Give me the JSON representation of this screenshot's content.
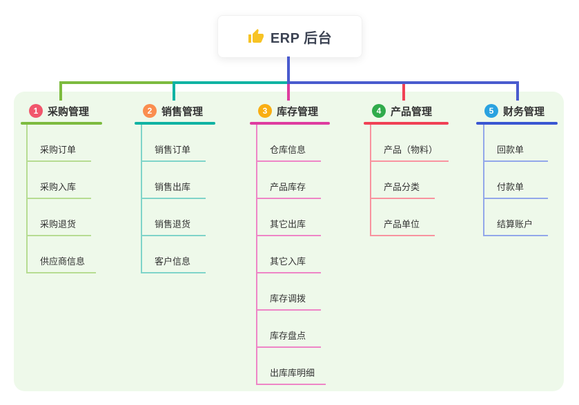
{
  "root": {
    "title": "ERP 后台",
    "icon": "thumbs-up-icon",
    "icon_color": "#f7c325",
    "text_color": "#3c4353"
  },
  "branches": [
    {
      "index": "1",
      "label": "采购管理",
      "badge_color": "#f1566c",
      "line_color": "#7dbb3f",
      "light_color": "#b6dc92",
      "children": [
        "采购订单",
        "采购入库",
        "采购退货",
        "供应商信息"
      ]
    },
    {
      "index": "2",
      "label": "销售管理",
      "badge_color": "#fa8e4f",
      "line_color": "#10b3a3",
      "light_color": "#7fd4c9",
      "children": [
        "销售订单",
        "销售出库",
        "销售退货",
        "客户信息"
      ]
    },
    {
      "index": "3",
      "label": "库存管理",
      "badge_color": "#f9ae13",
      "line_color": "#de3d9f",
      "light_color": "#ee85c6",
      "children": [
        "仓库信息",
        "产品库存",
        "其它出库",
        "其它入库",
        "库存调拨",
        "库存盘点",
        "出库库明细"
      ]
    },
    {
      "index": "4",
      "label": "产品管理",
      "badge_color": "#30ab4b",
      "line_color": "#f04155",
      "light_color": "#f8939f",
      "children": [
        "产品（物料）",
        "产品分类",
        "产品单位"
      ]
    },
    {
      "index": "5",
      "label": "财务管理",
      "badge_color": "#2aa2e0",
      "line_color": "#3a57d2",
      "light_color": "#92a7ea",
      "children": [
        "回款单",
        "付款单",
        "结算账户"
      ]
    }
  ],
  "colors": {
    "panel_bg": "#eef9ea",
    "trunk": "#4a5bce",
    "child_text": "#333333"
  }
}
